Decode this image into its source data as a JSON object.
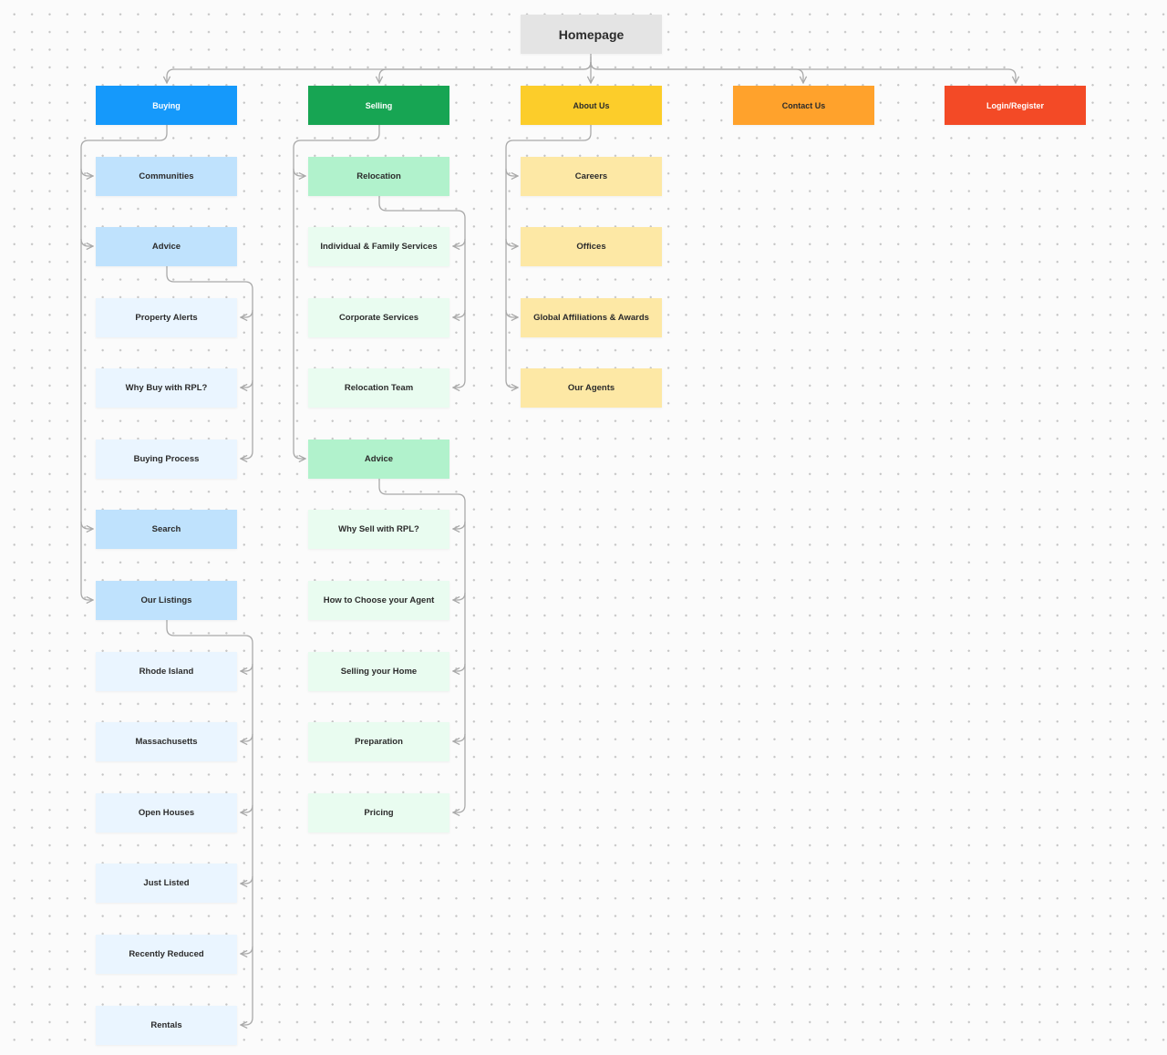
{
  "root": {
    "label": "Homepage"
  },
  "top_nodes": [
    {
      "label": "Buying",
      "color": "#1599fb"
    },
    {
      "label": "Selling",
      "color": "#17a553"
    },
    {
      "label": "About Us",
      "color": "#fccd2a",
      "text_color": "#2b2b2b"
    },
    {
      "label": "Contact Us",
      "color": "#ffa22c",
      "text_color": "#2b2b2b"
    },
    {
      "label": "Login/Register",
      "color": "#f34a26"
    }
  ],
  "buying": {
    "communities": "Communities",
    "advice": "Advice",
    "advice_children": [
      "Property Alerts",
      "Why Buy with RPL?",
      "Buying Process"
    ],
    "search": "Search",
    "our_listings": "Our Listings",
    "listings_children": [
      "Rhode Island",
      "Massachusetts",
      "Open Houses",
      "Just Listed",
      "Recently Reduced",
      "Rentals"
    ]
  },
  "selling": {
    "relocation": "Relocation",
    "relocation_children": [
      "Individual & Family Services",
      "Corporate Services",
      "Relocation Team"
    ],
    "advice": "Advice",
    "advice_children": [
      "Why Sell with RPL?",
      "How to Choose your Agent",
      "Selling your Home",
      "Preparation",
      "Pricing"
    ]
  },
  "about": {
    "children": [
      "Careers",
      "Offices",
      "Global Affiliations & Awards",
      "Our Agents"
    ]
  },
  "colors": {
    "connector": "#a9a9a9",
    "buying_l2": "#bfe2fd",
    "buying_l3": "#eaf5ff",
    "selling_l2": "#b1f2cc",
    "selling_l3": "#e9fcf0",
    "about_l2": "#fde8a5"
  }
}
